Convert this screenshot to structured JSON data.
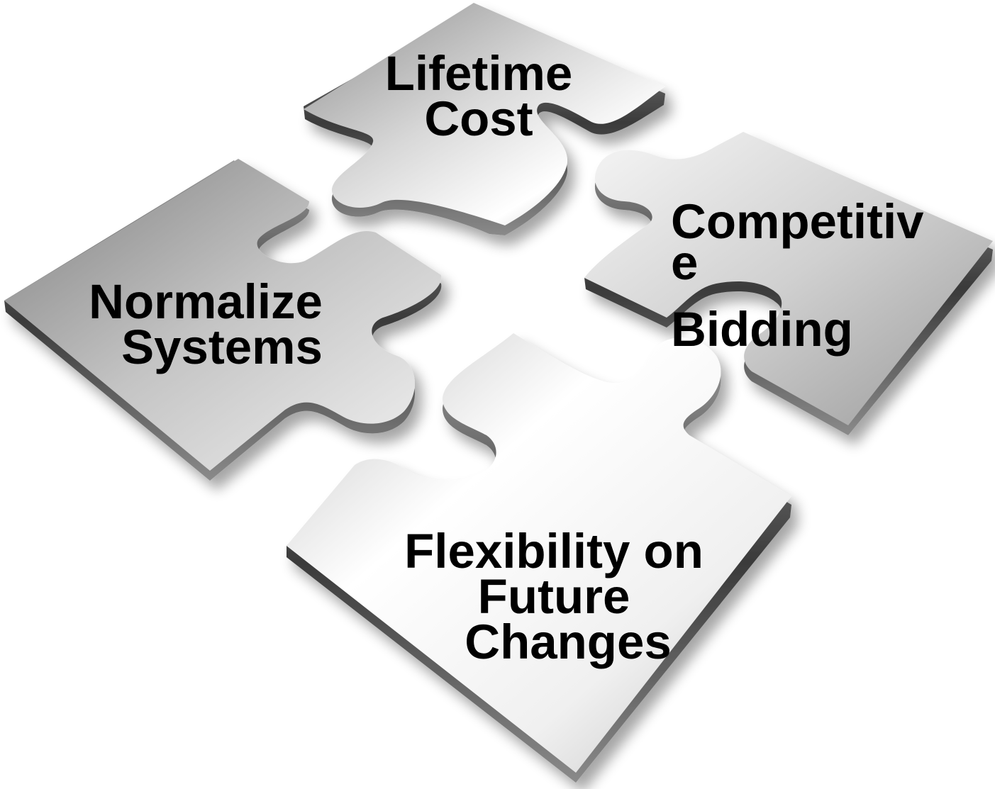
{
  "pieces": {
    "top": {
      "lines": [
        "Lifetime",
        "Cost"
      ]
    },
    "left": {
      "lines": [
        "Normalize",
        "Systems"
      ]
    },
    "right": {
      "lines": [
        "Competitiv",
        "e",
        "",
        "Bidding"
      ]
    },
    "bottom": {
      "lines": [
        "Flexibility on",
        "Future",
        "Changes"
      ]
    }
  },
  "colors": {
    "background": "#ffffff",
    "metal_light": "#f4f4f4",
    "metal_mid": "#b9b9b9",
    "metal_dark": "#6a6a6a",
    "edge": "#3c3c3c",
    "text": "#000000"
  }
}
